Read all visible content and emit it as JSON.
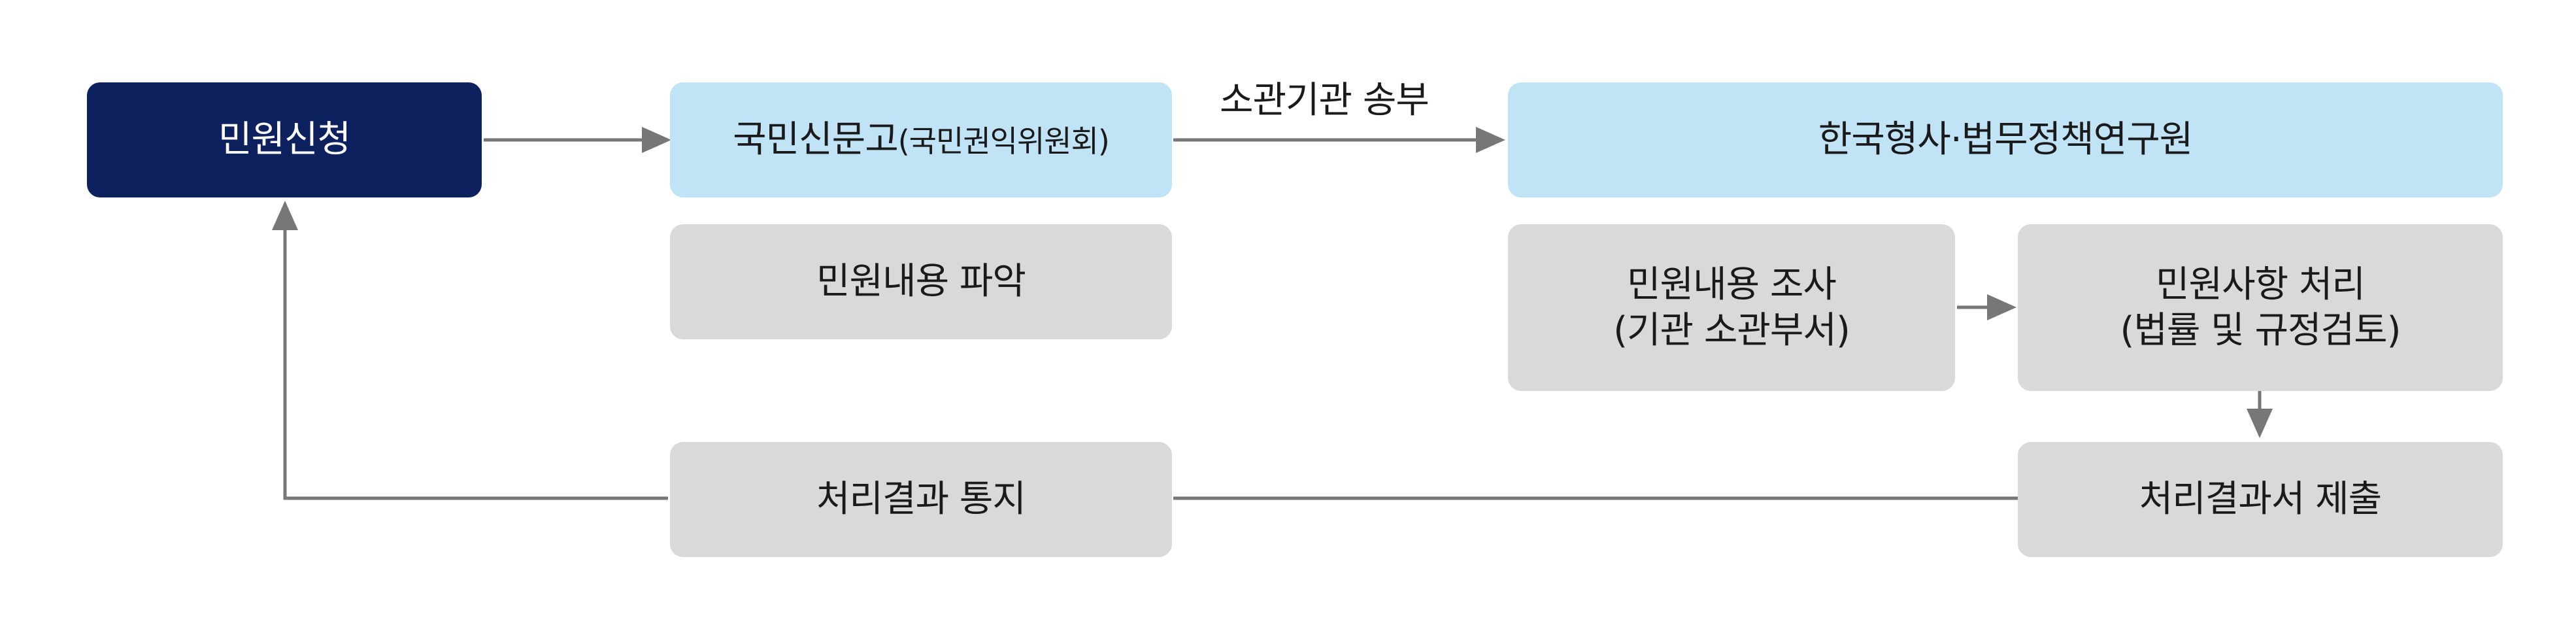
{
  "colors": {
    "primary": "#0c215e",
    "light_blue": "#c0e3f5",
    "gray_box": "#d9d9d9",
    "arrow": "#777777",
    "text_dark": "#1a1a1a",
    "text_light": "#ffffff"
  },
  "nodes": {
    "apply": {
      "label": "민원신청"
    },
    "sinmungo": {
      "label": "국민신문고",
      "sub": "(국민권익위원회)"
    },
    "kicj": {
      "label": "한국형사·법무정책연구원"
    },
    "grasp": {
      "label": "민원내용 파악"
    },
    "investigate": {
      "line1": "민원내용 조사",
      "line2": "(기관 소관부서)"
    },
    "process": {
      "line1": "민원사항 처리",
      "line2": "(법률 및 규정검토)"
    },
    "notify": {
      "label": "처리결과 통지"
    },
    "submit": {
      "label": "처리결과서 제출"
    }
  },
  "edges": {
    "transfer_label": "소관기관 송부"
  }
}
